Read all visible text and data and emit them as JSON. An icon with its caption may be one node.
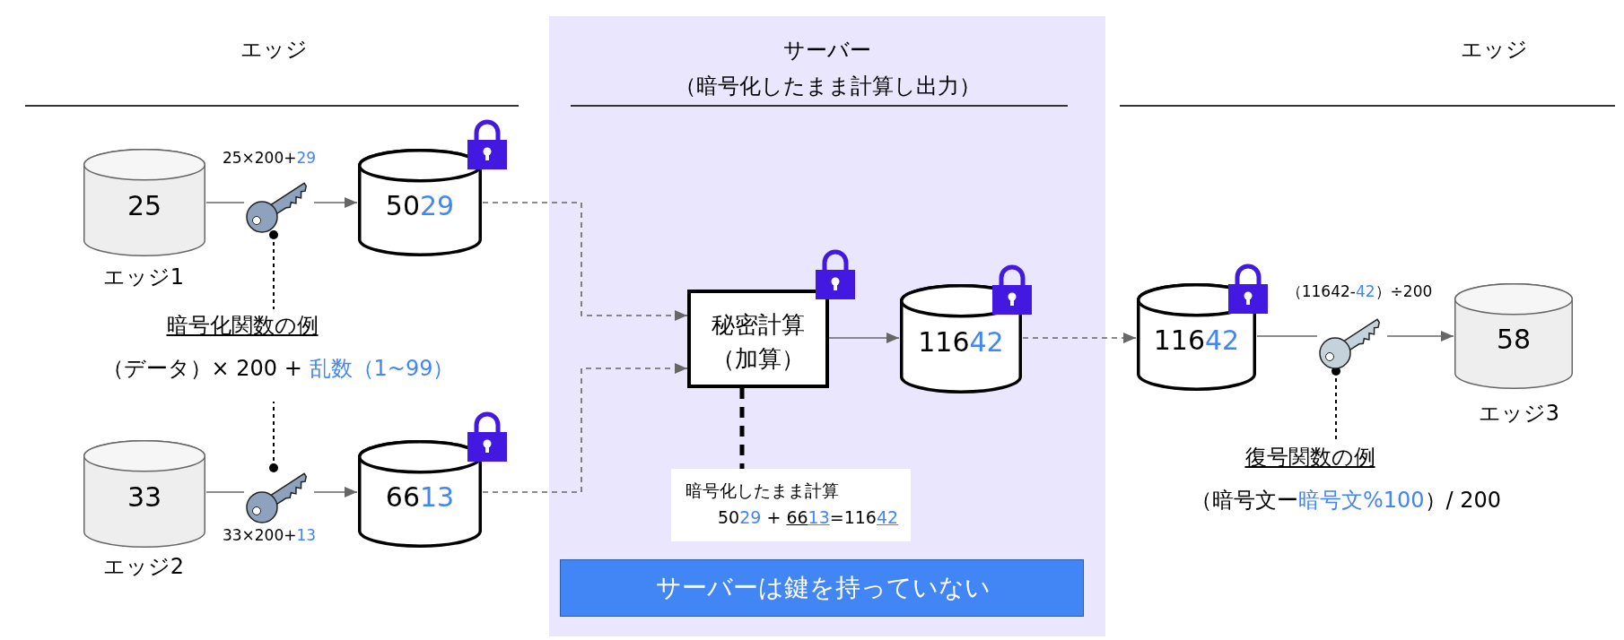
{
  "diagram": {
    "nodes": [
      {
        "text": [
          "25"
        ],
        "beside": [
          "エッジ1"
        ]
      },
      {
        "text": [],
        "shape": "key",
        "beside": [
          "25×200+29"
        ]
      },
      {
        "text": [
          "5029"
        ]
      },
      {
        "text": [
          "暗号化関数の例",
          "（データ）× 200 + 乱数（1~99）"
        ]
      },
      {
        "text": [
          "33"
        ],
        "beside": [
          "エッジ2"
        ]
      },
      {
        "text": [],
        "shape": "key",
        "beside": [
          "33×200+13"
        ]
      },
      {
        "text": [
          "6613"
        ]
      },
      {
        "text": [
          "サーバー（暗号化したまま計算し出力）"
        ]
      },
      {
        "text": [
          "秘密計算（加算）"
        ],
        "in": 7
      },
      {
        "text": [
          "11642"
        ],
        "in": 7
      },
      {
        "text": [
          "暗号化したまま計算",
          "5029 + 6613=11642"
        ],
        "in": 7
      },
      {
        "text": [
          "サーバーは鍵を持っていない"
        ],
        "in": 7
      },
      {
        "text": [
          "11642"
        ]
      },
      {
        "text": [],
        "shape": "key",
        "beside": [
          "（11642-42）÷200"
        ]
      },
      {
        "text": [
          "58"
        ],
        "beside": [
          "エッジ3"
        ]
      },
      {
        "text": [
          "復号関数の例",
          "（暗号文ー暗号文%100）/ 200"
        ]
      }
    ],
    "edges": [
      {
        "from": 0,
        "to": 1,
        "arrow": "none"
      },
      {
        "from": 1,
        "to": 2,
        "arrow": "to"
      },
      {
        "from": 1,
        "to": 3,
        "arrow": "other",
        "style": "dashed",
        "color": "#000000"
      },
      {
        "from": 4,
        "to": 5,
        "arrow": "none"
      },
      {
        "from": 5,
        "to": 6,
        "arrow": "to"
      },
      {
        "from": 5,
        "to": 3,
        "arrow": "other",
        "style": "dashed",
        "color": "#000000"
      },
      {
        "from": 2,
        "to": 8,
        "arrow": "to",
        "style": "dashed"
      },
      {
        "from": 6,
        "to": 8,
        "arrow": "to",
        "style": "dashed"
      },
      {
        "from": 8,
        "to": 9,
        "arrow": "to"
      },
      {
        "from": 8,
        "to": 10,
        "arrow": "none",
        "style": "dashed",
        "color": "#000000"
      },
      {
        "from": 9,
        "to": 12,
        "arrow": "to",
        "style": "dashed"
      },
      {
        "from": 12,
        "to": 13,
        "arrow": "none"
      },
      {
        "from": 13,
        "to": 14,
        "arrow": "to"
      },
      {
        "from": 13,
        "to": 15,
        "arrow": "other",
        "style": "dashed",
        "color": "#000000"
      }
    ],
    "labels": [
      "エッジ",
      "エッジ"
    ]
  }
}
